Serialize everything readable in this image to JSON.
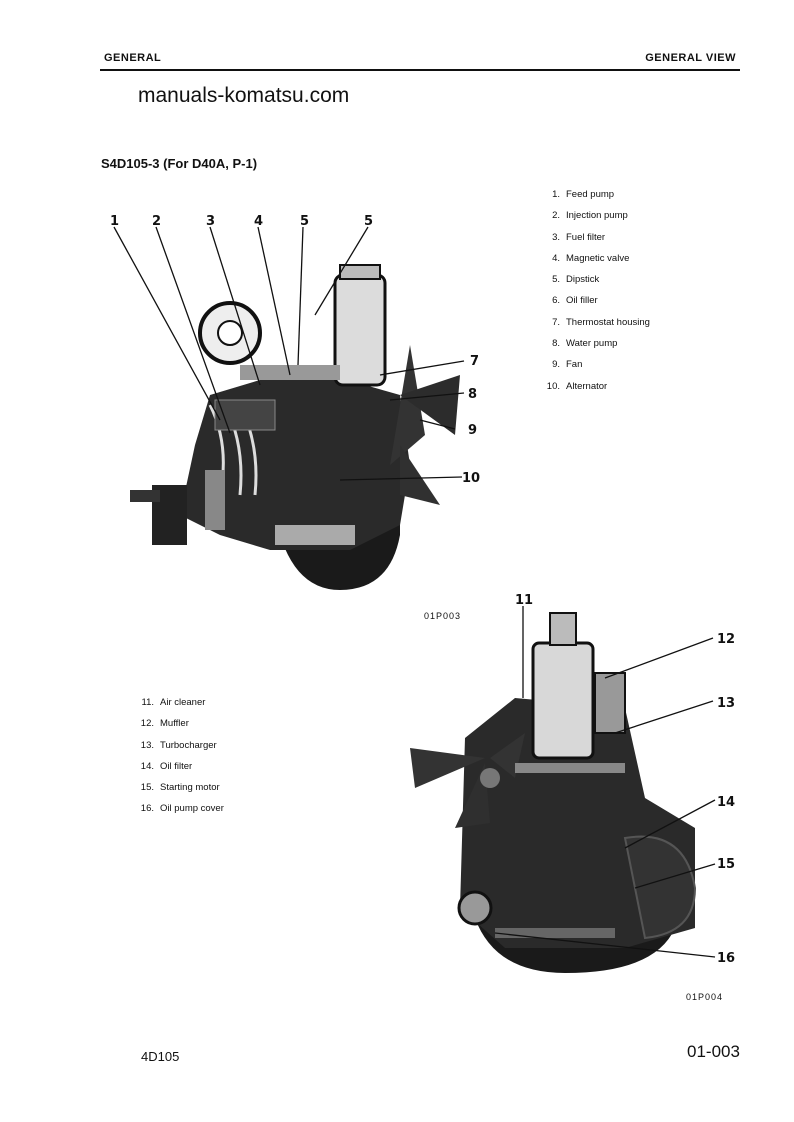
{
  "header": {
    "left": "GENERAL",
    "right": "GENERAL VIEW"
  },
  "watermark": "manuals-komatsu.com",
  "model": "S4D105-3 (For D40A, P-1)",
  "figure1": {
    "code": "01P003",
    "callouts": [
      "1",
      "2",
      "3",
      "4",
      "5",
      "5",
      "7",
      "8",
      "9",
      "10"
    ],
    "legend": [
      {
        "num": "1.",
        "label": "Feed pump"
      },
      {
        "num": "2.",
        "label": "Injection pump"
      },
      {
        "num": "3.",
        "label": "Fuel filter"
      },
      {
        "num": "4.",
        "label": "Magnetic valve"
      },
      {
        "num": "5.",
        "label": "Dipstick"
      },
      {
        "num": "6.",
        "label": "Oil filler"
      },
      {
        "num": "7.",
        "label": "Thermostat housing"
      },
      {
        "num": "8.",
        "label": "Water pump"
      },
      {
        "num": "9.",
        "label": "Fan"
      },
      {
        "num": "10.",
        "label": "Alternator"
      }
    ]
  },
  "figure2": {
    "code": "01P004",
    "callouts": [
      "11",
      "12",
      "13",
      "14",
      "15",
      "16"
    ],
    "legend": [
      {
        "num": "11.",
        "label": "Air cleaner"
      },
      {
        "num": "12.",
        "label": "Muffler"
      },
      {
        "num": "13.",
        "label": "Turbocharger"
      },
      {
        "num": "14.",
        "label": "Oil filter"
      },
      {
        "num": "15.",
        "label": "Starting motor"
      },
      {
        "num": "16.",
        "label": "Oil pump cover"
      }
    ]
  },
  "footer": {
    "left": "4D105",
    "right": "01-003"
  }
}
